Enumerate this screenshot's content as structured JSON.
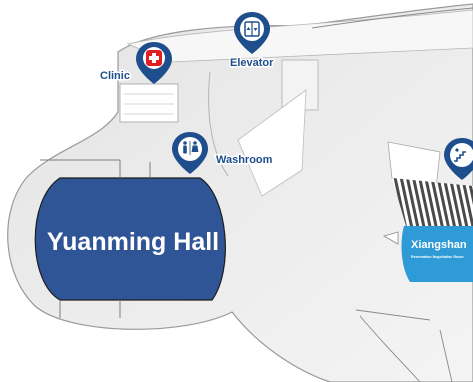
{
  "map": {
    "halls": {
      "yuanming": {
        "label": "Yuanming Hall",
        "color": "#2f5597"
      },
      "xiangshan": {
        "label": "Xiangshan",
        "sublabel": "Reservation Negotiation Room",
        "color": "#2e9bd6"
      }
    },
    "markers": {
      "clinic": {
        "label": "Clinic",
        "icon": "first-aid-cross-icon",
        "color": "#e02020"
      },
      "elevator": {
        "label": "Elevator",
        "icon": "elevator-icon"
      },
      "washroom": {
        "label": "Washroom",
        "icon": "restroom-icon"
      },
      "stairs": {
        "icon": "stairs-icon"
      }
    },
    "colors": {
      "marker": "#1f4e8c",
      "floor": "#efefef",
      "outline": "#9a9a9a"
    }
  }
}
